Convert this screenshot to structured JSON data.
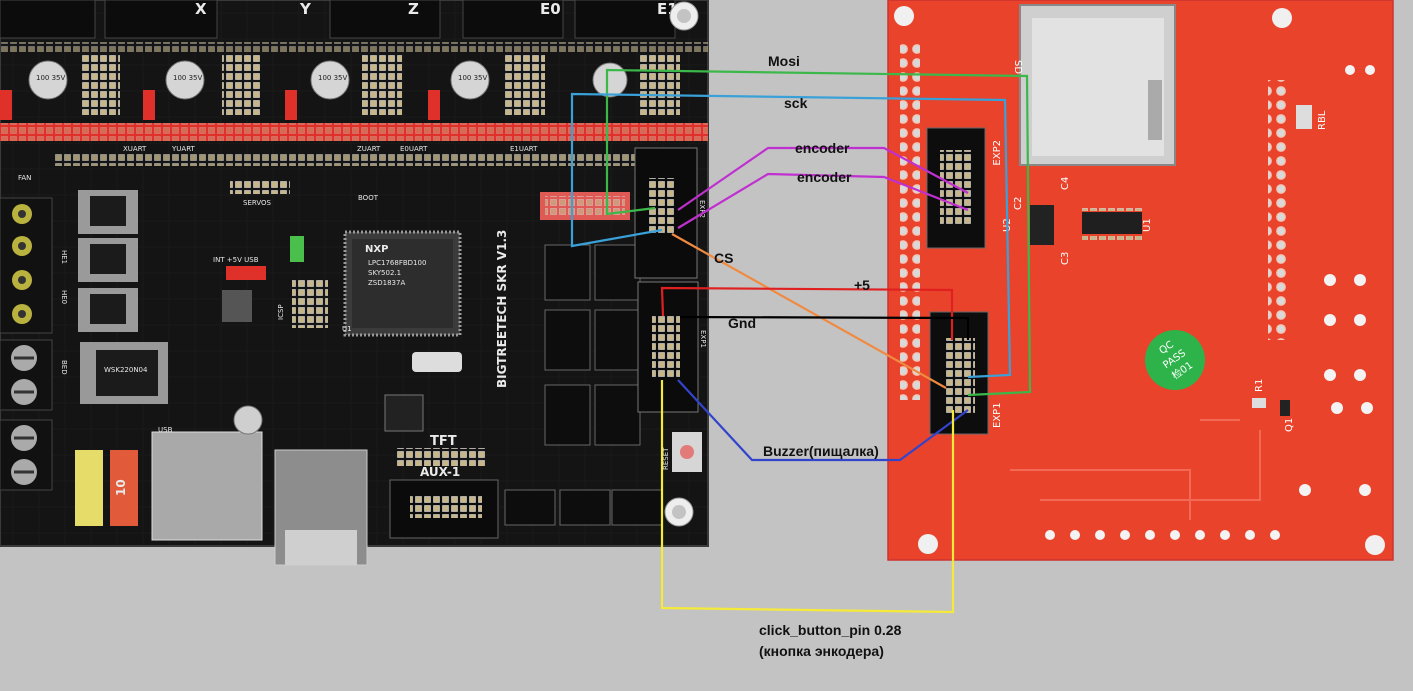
{
  "colors": {
    "background": "#c3c3c3",
    "mainboard_pcb": "#141414",
    "lcd_pcb": "#e9432b",
    "mosi_wire": "#3cb84a",
    "sck_wire": "#3aa0d8",
    "encoder_wire": "#c030d0",
    "cs_wire": "#f08a40",
    "power_wire": "#e02020",
    "gnd_wire": "#000000",
    "buzzer_wire": "#3344cc",
    "click_wire": "#f5ea3a"
  },
  "mainboard": {
    "top_labels": [
      "X",
      "Y",
      "Z",
      "E0",
      "E1"
    ],
    "brand": "BIGTREETECH SKR V1.3",
    "mcu_brand": "NXP",
    "mcu_lines": [
      "LPC1768FBD100",
      "SKY502.1",
      "ZSD1837A"
    ],
    "mcu_id": "U1",
    "uart_labels": [
      "XUART",
      "YUART",
      "ZUART",
      "E0UART",
      "E1UART"
    ],
    "servos": "SERVOS",
    "tft": "TFT",
    "aux": "AUX-1",
    "exp1": "EXP1",
    "exp2": "EXP2",
    "usb": "USB",
    "fan": "FAN",
    "heaters": [
      "HE1",
      "HE0",
      "BED"
    ],
    "reset": "RESET",
    "power_select": "INT +5V USB",
    "mosfet_label": "WSK220N04",
    "cap_label": "100 35V",
    "boot": "BOOT",
    "icsp": "ICSP",
    "fuse": "10"
  },
  "lcd": {
    "sd": "SD",
    "exp1": "EXP1",
    "exp2": "EXP2",
    "u1": "U1",
    "u2": "U2",
    "c2": "C2",
    "c3": "C3",
    "c4": "C4",
    "rbl": "RBL",
    "r1": "R1",
    "q1": "Q1",
    "qc_lines": [
      "QC",
      "PASS",
      "检01"
    ]
  },
  "wires": {
    "mosi": "Mosi",
    "sck": "sck",
    "encoder1": "encoder",
    "encoder2": "encoder",
    "cs": "CS",
    "power": "+5",
    "gnd": "Gnd",
    "buzzer": "Buzzer(пищалка)",
    "click_line1": "click_button_pin 0.28",
    "click_line2": "(кнопка энкодера)"
  }
}
